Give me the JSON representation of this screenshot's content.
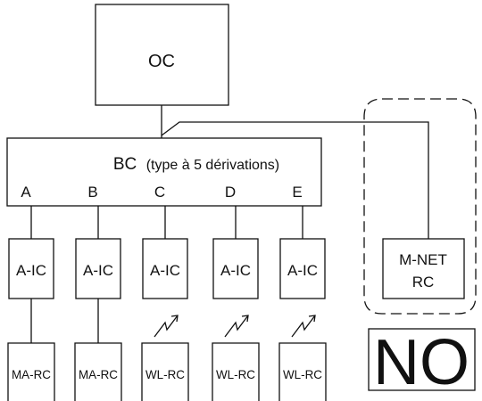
{
  "outdoor_unit": {
    "label": "OC"
  },
  "branch_controller": {
    "label": "BC",
    "note": "(type à 5 dérivations)",
    "ports": [
      "A",
      "B",
      "C",
      "D",
      "E"
    ]
  },
  "indoor_units": [
    "A-IC",
    "A-IC",
    "A-IC",
    "A-IC",
    "A-IC"
  ],
  "remote_controllers": [
    "MA-RC",
    "MA-RC",
    "WL-RC",
    "WL-RC",
    "WL-RC"
  ],
  "wireless_links": [
    false,
    false,
    true,
    true,
    true
  ],
  "mnet_rc": {
    "line1": "M-NET",
    "line2": "RC"
  },
  "verdict": {
    "label": "NO"
  },
  "colors": {
    "line": "#111111",
    "background": "#ffffff"
  }
}
